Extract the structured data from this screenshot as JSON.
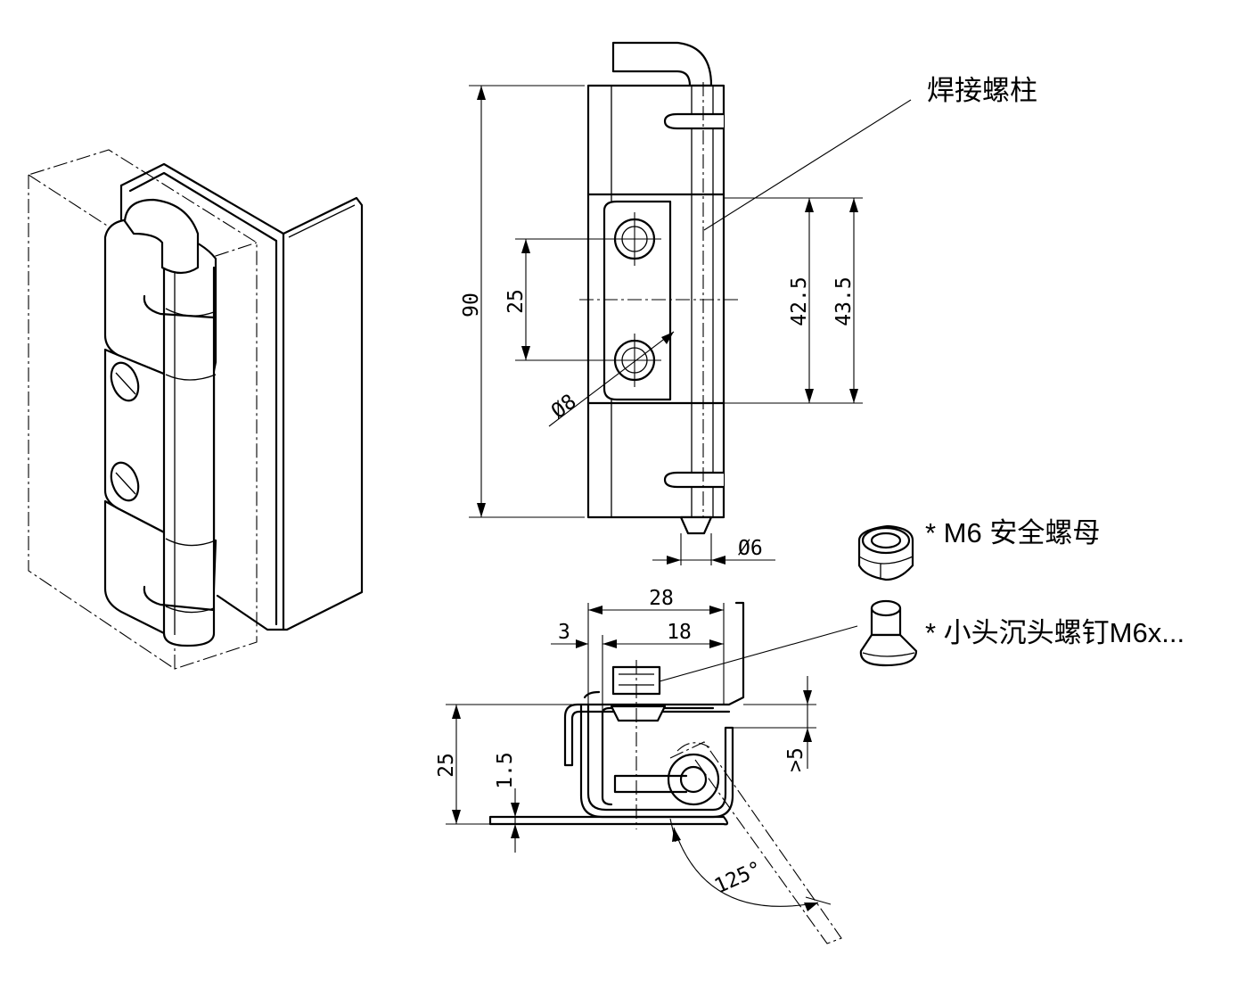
{
  "labels": {
    "weld_stud": "焊接螺柱",
    "nut": "* M6 安全螺母",
    "screw": "* 小头沉头螺钉M6x..."
  },
  "dimensions": {
    "total_height": "90",
    "hole_spacing": "25",
    "leaf_height_1": "42.5",
    "leaf_height_2": "43.5",
    "hole_dia": "Ø8",
    "pin_dia": "Ø6",
    "width_total": "28",
    "width_inner": "18",
    "offset": "3",
    "depth": "25",
    "thickness": "1.5",
    "gap": ">5",
    "angle": "125°"
  }
}
